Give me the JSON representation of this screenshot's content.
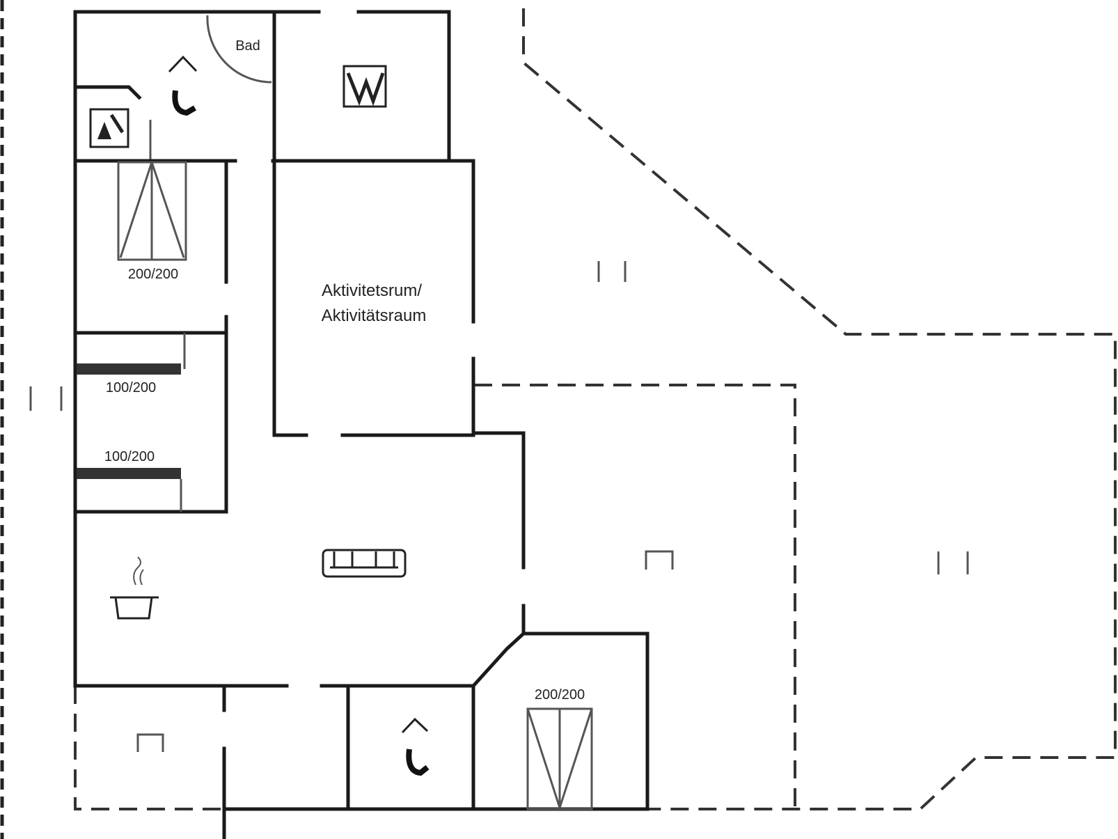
{
  "floorplan": {
    "room_label_line1": "Aktivitetsrum/",
    "room_label_line2": "Aktivitätsraum",
    "bed_label_top": "200/200",
    "bed_label_mid1": "100/200",
    "bed_label_mid2": "100/200",
    "bed_label_bottom": "200/200",
    "bath_label": "Bad"
  },
  "icons": {
    "shower": "shower-icon",
    "toilet": "toilet-icon",
    "washing_machine": "washing-machine-icon",
    "sofa": "sofa-icon",
    "cooking_pot": "cooking-pot-icon",
    "terrace_chair": "terrace-chair-icon",
    "bbq": "bbq-icon"
  },
  "colors": {
    "wall": "#1a1a1a",
    "background": "#ffffff"
  }
}
